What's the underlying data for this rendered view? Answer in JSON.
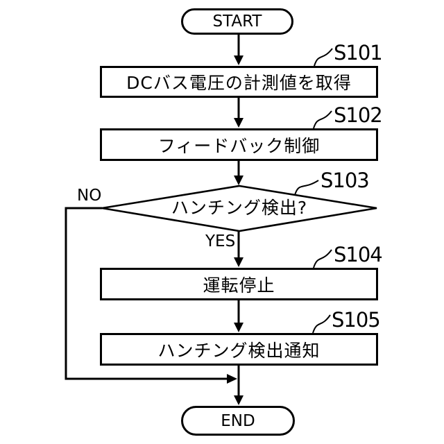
{
  "diagram": {
    "type": "flowchart",
    "background_color": "#ffffff",
    "line_color": "#000000",
    "terminals": {
      "start": "START",
      "end": "END"
    },
    "steps": [
      {
        "id": "S101",
        "shape": "process",
        "label": "DCバス電圧の計測値を取得"
      },
      {
        "id": "S102",
        "shape": "process",
        "label": "フィードバック制御"
      },
      {
        "id": "S103",
        "shape": "decision",
        "label": "ハンチング検出?"
      },
      {
        "id": "S104",
        "shape": "process",
        "label": "運転停止"
      },
      {
        "id": "S105",
        "shape": "process",
        "label": "ハンチング検出通知"
      }
    ],
    "branch_labels": {
      "no": "NO",
      "yes": "YES"
    }
  }
}
